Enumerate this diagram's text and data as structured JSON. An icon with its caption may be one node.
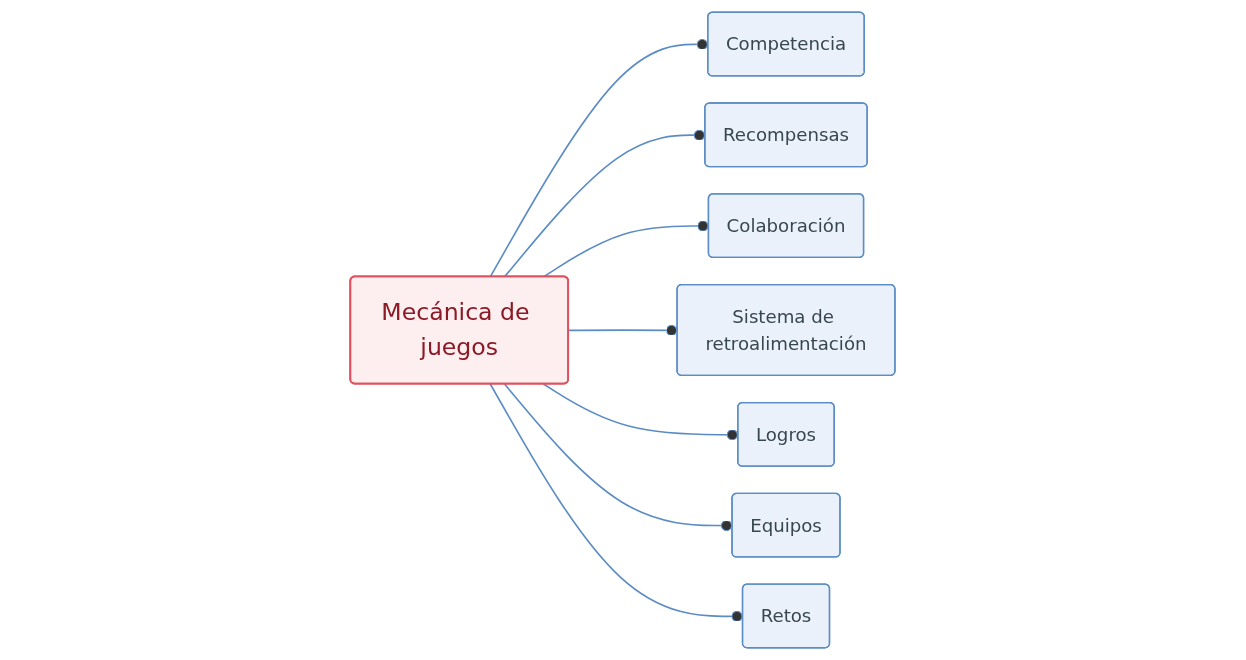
{
  "diagram": {
    "nodes": [
      {
        "text": [
          "Mecánica de juegos"
        ]
      },
      {
        "text": [
          "Competencia"
        ]
      },
      {
        "text": [
          "Recompensas"
        ]
      },
      {
        "text": [
          "Colaboración"
        ]
      },
      {
        "text": [
          "Sistema de retroalimentación"
        ]
      },
      {
        "text": [
          "Logros"
        ]
      },
      {
        "text": [
          "Equipos"
        ]
      },
      {
        "text": [
          "Retos"
        ]
      }
    ],
    "edges": [
      {
        "from": 0,
        "to": 1,
        "arrow": "other"
      },
      {
        "from": 0,
        "to": 2,
        "arrow": "other"
      },
      {
        "from": 0,
        "to": 3,
        "arrow": "other"
      },
      {
        "from": 0,
        "to": 4,
        "arrow": "other"
      },
      {
        "from": 0,
        "to": 5,
        "arrow": "other"
      },
      {
        "from": 0,
        "to": 6,
        "arrow": "other"
      },
      {
        "from": 0,
        "to": 7,
        "arrow": "other"
      }
    ]
  }
}
